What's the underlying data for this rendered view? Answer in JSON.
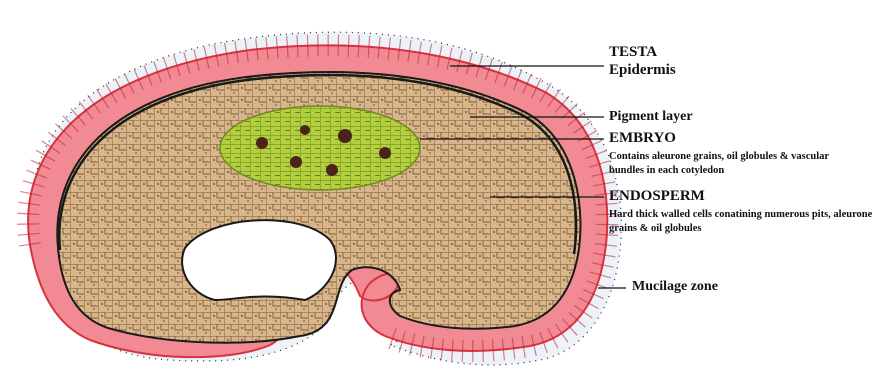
{
  "diagram": {
    "labels": {
      "testa": "TESTA",
      "epidermis": "Epidermis",
      "pigment_layer": "Pigment layer",
      "embryo": "EMBRYO",
      "embryo_desc": "Contains aleurone grains, oil globules & vascular bundles in each cotyledon",
      "endosperm": "ENDOSPERM",
      "endosperm_desc": "Hard thick walled cells conatining numerous pits, aleurone grains & oil globules",
      "mucilage_zone": "Mucilage zone"
    },
    "colors": {
      "epidermis_fill": "#f28a93",
      "epidermis_stroke": "#d8323f",
      "endosperm_fill": "#d9b58a",
      "endosperm_cell": "#7a5a3a",
      "embryo_fill": "#a9c73a",
      "embryo_dark": "#4a2418",
      "mucilage_halo": "#e9eff6",
      "pigment_line": "#1a1a1a"
    }
  }
}
